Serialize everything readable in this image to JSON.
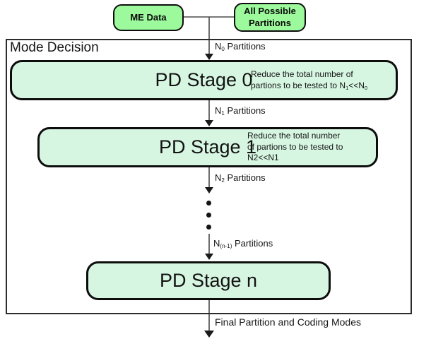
{
  "colors": {
    "source_fill": "#9cfa9c",
    "stage_fill": "#d7f6e2",
    "node_border": "#0d0d0d",
    "container_border": "#2b2b2b",
    "line": "#4a4a4a",
    "arrowhead": "#1a1a1a"
  },
  "sources": {
    "me_data": "ME Data",
    "all_partitions": [
      {
        "t": "All Possible"
      },
      {
        "br": true
      },
      {
        "t": "Partitions"
      }
    ]
  },
  "container": {
    "title": "Mode Decision"
  },
  "stages": [
    {
      "title": "PD Stage 0",
      "note": [
        {
          "t": "Reduce the total number of"
        },
        {
          "br": true
        },
        {
          "t": "partions to be tested to N"
        },
        {
          "t": "1",
          "sub": true
        },
        {
          "t": "<<N"
        },
        {
          "t": "0",
          "sub": true
        }
      ]
    },
    {
      "title": "PD Stage 1",
      "note": [
        {
          "t": "Reduce the total number"
        },
        {
          "br": true
        },
        {
          "t": "of partions to be tested to"
        },
        {
          "br": true
        },
        {
          "t": "N2<<N1"
        }
      ]
    },
    {
      "title": "PD Stage n"
    }
  ],
  "labels": {
    "n0": [
      {
        "t": "N"
      },
      {
        "t": "0",
        "sub": true
      },
      {
        "t": " Partitions"
      }
    ],
    "n1": [
      {
        "t": "N"
      },
      {
        "t": "1",
        "sub": true
      },
      {
        "t": " Partitions"
      }
    ],
    "n2": [
      {
        "t": "N"
      },
      {
        "t": "2",
        "sub": true
      },
      {
        "t": " Partitions"
      }
    ],
    "nn1": [
      {
        "t": "N"
      },
      {
        "t": "(n-1)",
        "sub": true
      },
      {
        "t": " Partitions"
      }
    ],
    "final": "Final Partition and Coding Modes"
  },
  "ellipsis_dots": 3
}
